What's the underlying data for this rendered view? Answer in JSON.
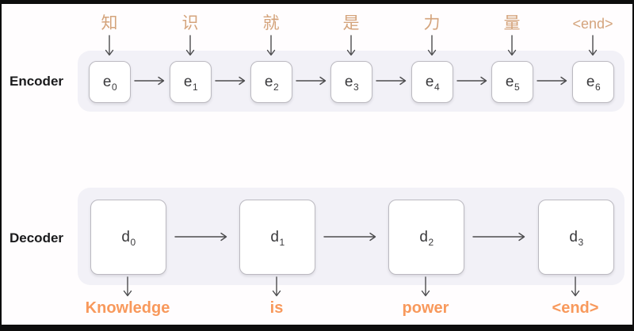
{
  "diagram": {
    "type": "seq2seq encoder-decoder",
    "encoder": {
      "label": "Encoder",
      "inputs": [
        "知",
        "识",
        "就",
        "是",
        "力",
        "量",
        "<end>"
      ],
      "units": [
        {
          "base": "e",
          "sub": "0"
        },
        {
          "base": "e",
          "sub": "1"
        },
        {
          "base": "e",
          "sub": "2"
        },
        {
          "base": "e",
          "sub": "3"
        },
        {
          "base": "e",
          "sub": "4"
        },
        {
          "base": "e",
          "sub": "5"
        },
        {
          "base": "e",
          "sub": "6"
        }
      ]
    },
    "decoder": {
      "label": "Decoder",
      "units": [
        {
          "base": "d",
          "sub": "0"
        },
        {
          "base": "d",
          "sub": "1"
        },
        {
          "base": "d",
          "sub": "2"
        },
        {
          "base": "d",
          "sub": "3"
        }
      ],
      "outputs": [
        "Knowledge",
        "is",
        "power",
        "<end>"
      ]
    },
    "colors": {
      "input_token": "#d4a47c",
      "output_token": "#f8995c",
      "band_background": "#f2f1f7",
      "box_fill": "#ffffff",
      "box_border": "#bbb9c0",
      "arrow": "#4c4c4e",
      "label_text": "#1a1a1c",
      "frame_border": "#0d0d0d"
    }
  }
}
